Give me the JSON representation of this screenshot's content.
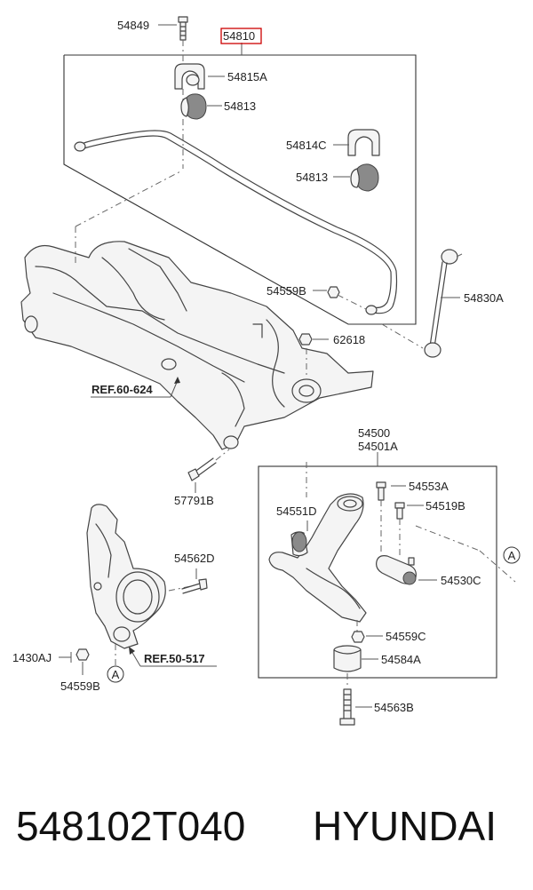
{
  "labels": {
    "p54849": "54849",
    "p54810": "54810",
    "p54815A": "54815A",
    "p54813a": "54813",
    "p54814C": "54814C",
    "p54813b": "54813",
    "p54559Ba": "54559B",
    "p54830A": "54830A",
    "p62618": "62618",
    "ref60": "REF.60-624",
    "p54500": "54500",
    "p54501A": "54501A",
    "p57791B": "57791B",
    "p54553A": "54553A",
    "p54519B": "54519B",
    "p54551D": "54551D",
    "p54562D": "54562D",
    "circleA1": "A",
    "p54530C": "54530C",
    "p54559C": "54559C",
    "p1430AJ": "1430AJ",
    "ref50": "REF.50-517",
    "p54584A": "54584A",
    "p54559Bb": "54559B",
    "circleA2": "A",
    "p54563B": "54563B"
  },
  "footer": {
    "part_number": "548102T040",
    "brand": "HYUNDAI"
  },
  "colors": {
    "highlight": "#cc0000",
    "line": "#444444"
  }
}
